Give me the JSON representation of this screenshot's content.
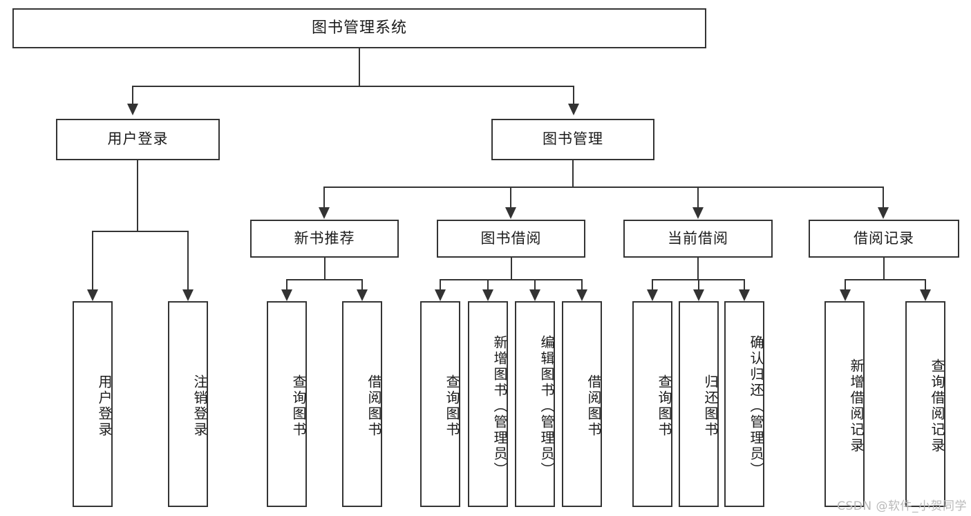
{
  "diagram": {
    "title": "图书管理系统",
    "type": "tree",
    "watermark": "CSDN @软件_小贺同学",
    "nodes": {
      "root": {
        "label": "图书管理系统"
      },
      "level2": [
        {
          "label": "用户登录"
        },
        {
          "label": "图书管理"
        }
      ],
      "level3": [
        {
          "label": "新书推荐"
        },
        {
          "label": "图书借阅"
        },
        {
          "label": "当前借阅"
        },
        {
          "label": "借阅记录"
        }
      ],
      "leaves_user_login": [
        {
          "label": "用户登录"
        },
        {
          "label": "注销登录"
        }
      ],
      "leaves_new_book": [
        {
          "label": "查询图书"
        },
        {
          "label": "借阅图书"
        }
      ],
      "leaves_borrow": [
        {
          "label": "查询图书"
        },
        {
          "label": "新增图书（管理员）"
        },
        {
          "label": "编辑图书（管理员）"
        },
        {
          "label": "借阅图书"
        }
      ],
      "leaves_current": [
        {
          "label": "查询图书"
        },
        {
          "label": "归还图书"
        },
        {
          "label": "确认归还（管理员）"
        }
      ],
      "leaves_records": [
        {
          "label": "新增借阅记录"
        },
        {
          "label": "查询借阅记录"
        }
      ]
    },
    "colors": {
      "border": "#333333",
      "background": "#ffffff",
      "text": "#1b1b1b",
      "watermark": "#b9b9b9"
    }
  }
}
